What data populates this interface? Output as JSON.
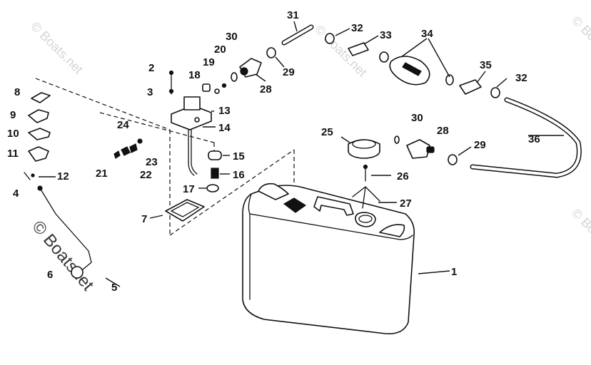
{
  "watermark": {
    "main": "© Boatsnet",
    "repeat": "© Boats.net",
    "color": "#b9b9b9"
  },
  "callouts": [
    "1",
    "2",
    "3",
    "4",
    "5",
    "6",
    "7",
    "8",
    "9",
    "10",
    "11",
    "12",
    "13",
    "14",
    "15",
    "16",
    "17",
    "18",
    "19",
    "20",
    "21",
    "22",
    "23",
    "24",
    "25",
    "26",
    "27",
    "28",
    "28",
    "29",
    "29",
    "30",
    "30",
    "31",
    "32",
    "32",
    "33",
    "34",
    "35",
    "36"
  ],
  "colors": {
    "line": "#111111",
    "background": "#ffffff"
  }
}
